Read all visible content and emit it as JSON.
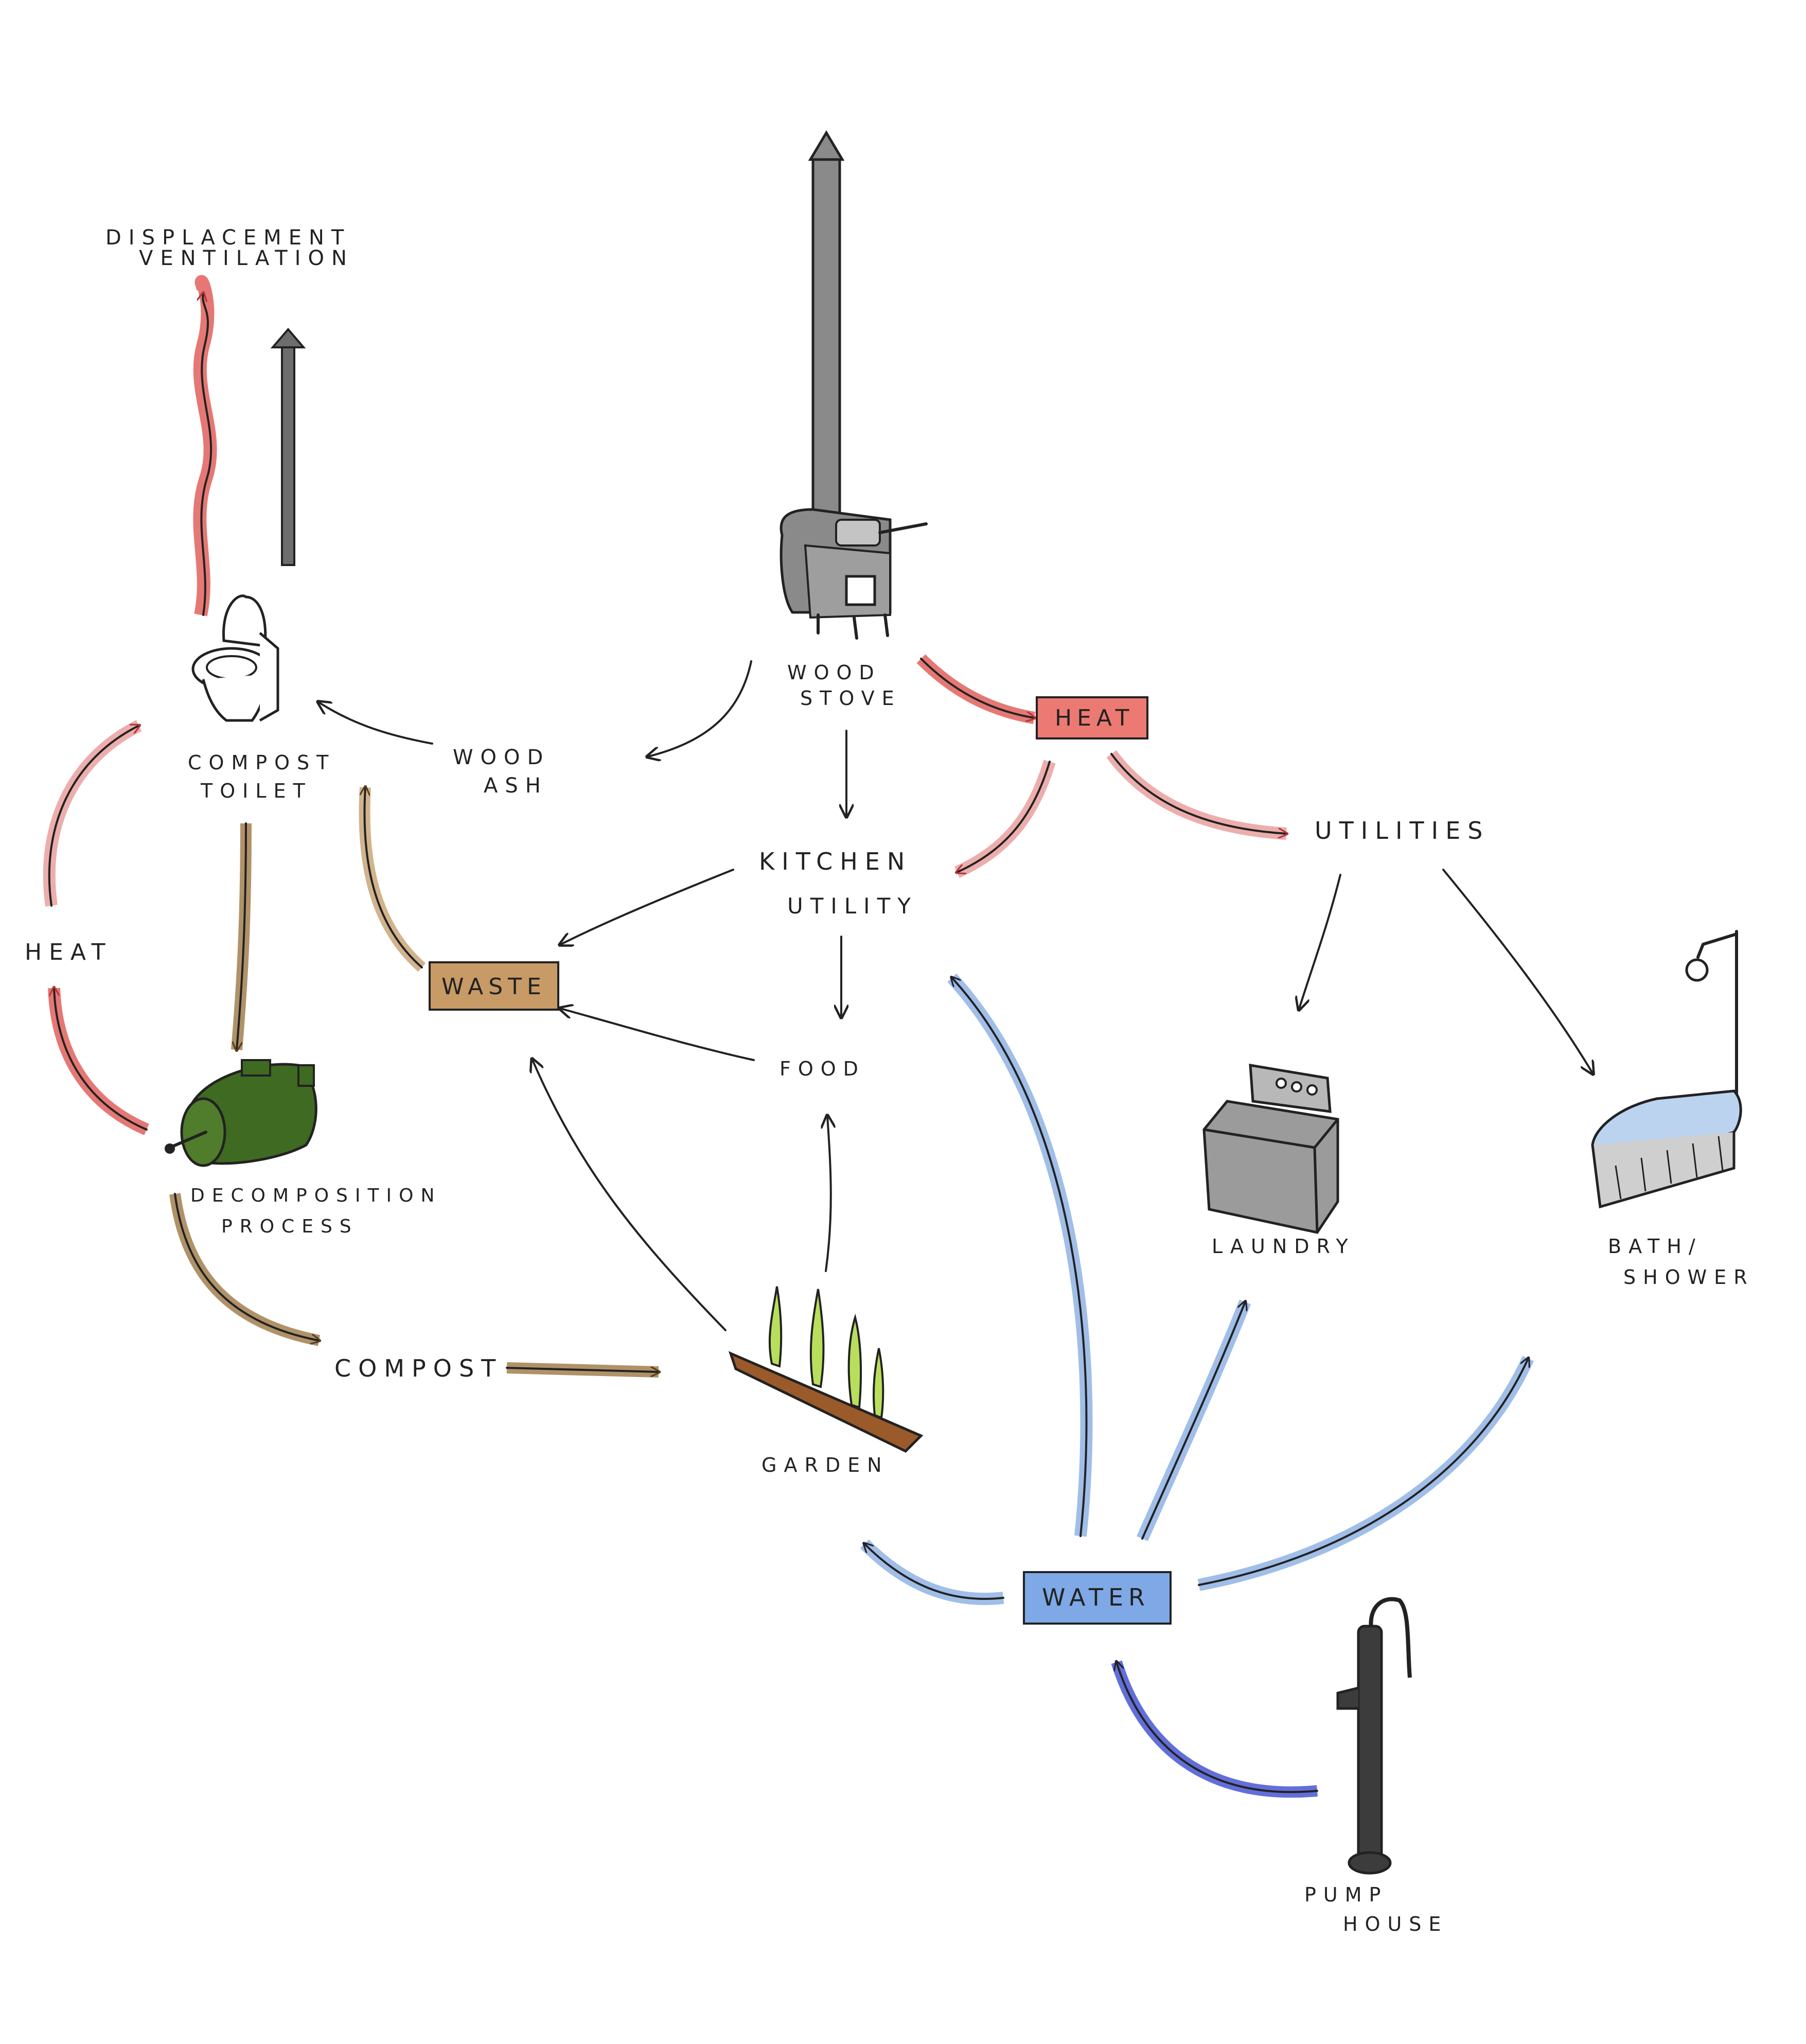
{
  "labels": {
    "displacement_ventilation_1": "DISPLACEMENT",
    "displacement_ventilation_2": "VENTILATION",
    "compost_toilet_1": "COMPOST",
    "compost_toilet_2": "TOILET",
    "wood_ash_1": "WOOD",
    "wood_ash_2": "ASH",
    "wood_stove_1": "WOOD",
    "wood_stove_2": "STOVE",
    "heat_top": "HEAT",
    "utilities": "UTILITIES",
    "kitchen_utility_1": "KITCHEN",
    "kitchen_utility_2": "UTILITY",
    "heat_left": "HEAT",
    "waste": "WASTE",
    "food": "FOOD",
    "laundry": "LAUNDRY",
    "bath_shower_1": "BATH/",
    "bath_shower_2": "SHOWER",
    "decomposition_1": "DECOMPOSITION",
    "decomposition_2": "PROCESS",
    "compost": "COMPOST",
    "garden": "GARDEN",
    "water": "WATER",
    "pump_house_1": "PUMP",
    "pump_house_2": "HOUSE"
  },
  "colors": {
    "heat": "#e0605c",
    "heat_box": "#ec7a72",
    "compost_flow": "#a27f4f",
    "waste_box": "#c79a66",
    "water": "#8fb3e3",
    "water_box": "#7ea9e6",
    "pump_water": "#4656d2",
    "ink": "#222222",
    "decomposer": "#3f6a21",
    "garden_soil": "#9a5a2a",
    "garden_plant": "#b8df5c",
    "stove": "#8a8a8a",
    "appliance": "#9b9b9b"
  },
  "icons": [
    "chimney-icon",
    "wood-stove-icon",
    "compost-toilet-icon",
    "decomposer-drum-icon",
    "garden-bed-icon",
    "washing-machine-icon",
    "bathtub-shower-icon",
    "pump-house-icon",
    "vent-pipe-icon"
  ]
}
